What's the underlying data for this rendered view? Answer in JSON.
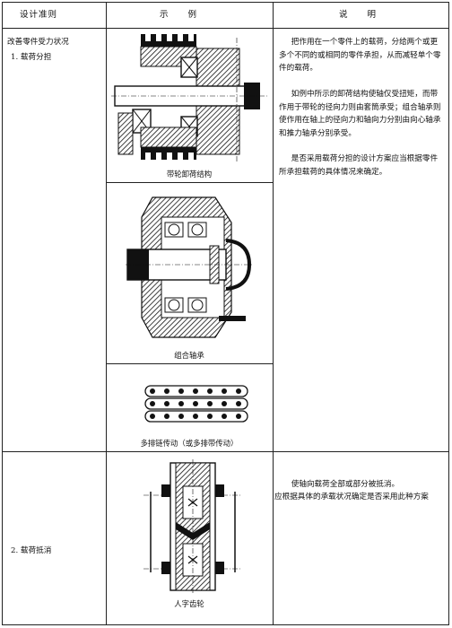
{
  "header": {
    "col1": "设计准则",
    "col2": "示　　例",
    "col3": "说　　明"
  },
  "rules": {
    "section_title": "改善零件受力状况",
    "item1": "1. 载荷分担",
    "item2": "2. 载荷抵消"
  },
  "examples": {
    "caption1": "带轮卸荷结构",
    "caption2": "组合轴承",
    "caption3": "多排链传动（或多排带传动）",
    "caption4": "人字齿轮"
  },
  "notes": {
    "para1": "把作用在一个零件上的载荷，分给两个或更多个不同的或相同的零件承担，从而减轻单个零件的载荷。",
    "para2": "如例中所示的卸荷结构使轴仅受扭矩，而带作用于带轮的径向力则由套筒承受；组合轴承则使作用在轴上的径向力和轴向力分别由向心轴承和推力轴承分别承受。",
    "para3": "是否采用载荷分担的设计方案应当根据零件所承担载荷的具体情况来确定。",
    "para4": "使轴向载荷全部或部分被抵消。",
    "para5": "应根据具体的承载状况确定是否采用此种方案"
  }
}
